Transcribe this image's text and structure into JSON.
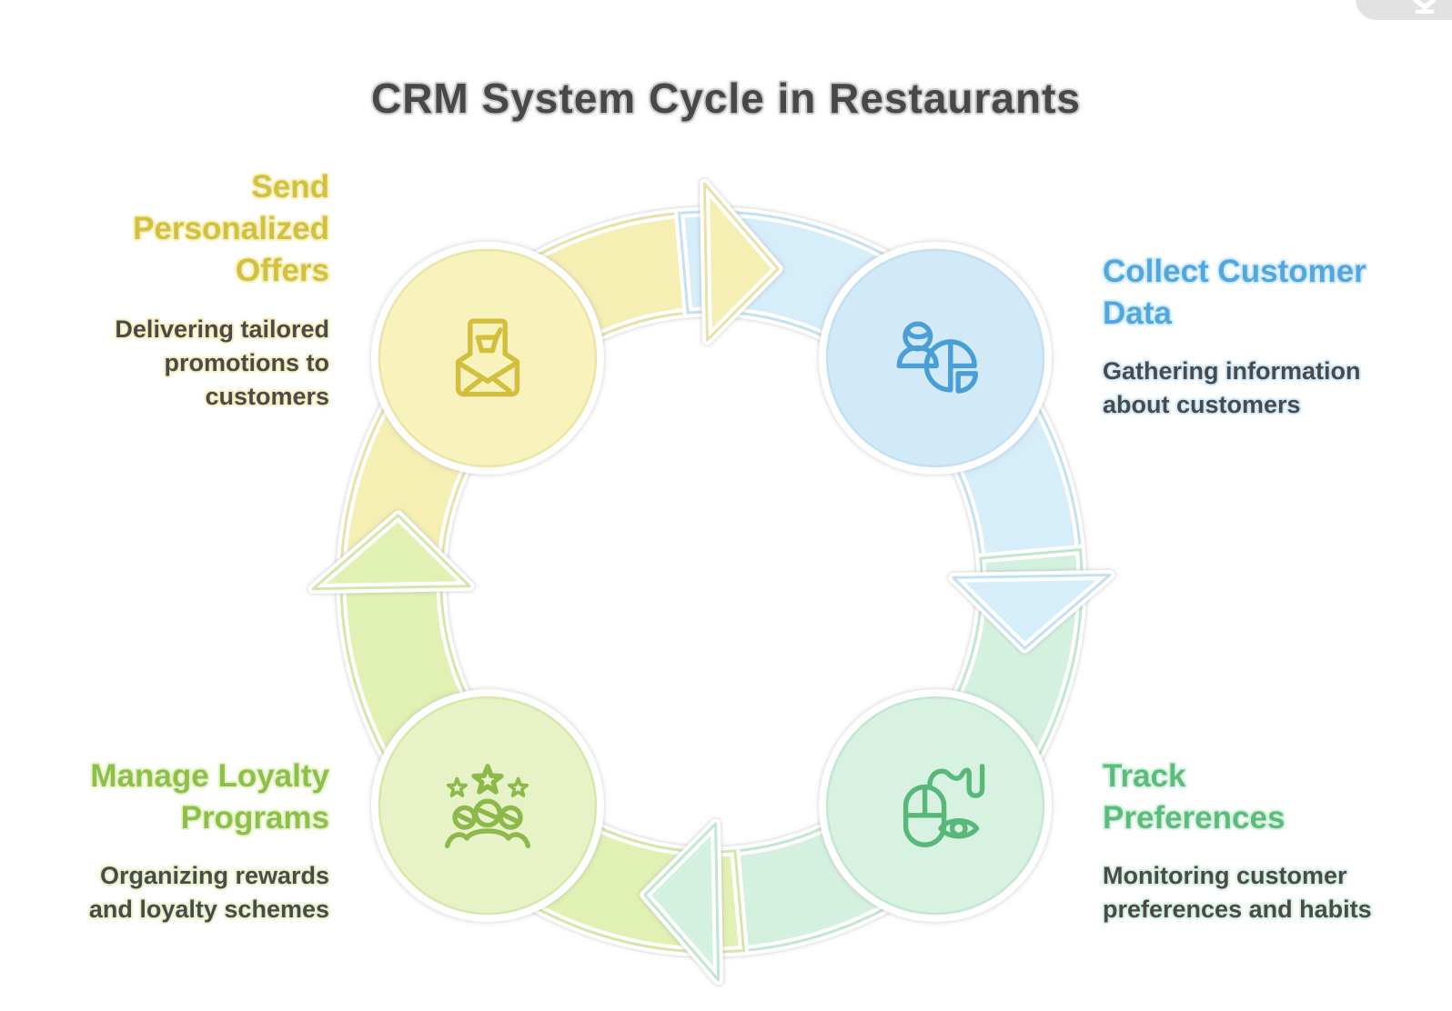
{
  "title": "CRM System Cycle in Restaurants",
  "controls": {
    "download_button_icon": "download-icon"
  },
  "palette": {
    "background": "#ffffff",
    "title_color": "#484848",
    "title_halo": "#cdcdcd",
    "body_text_color": "#4a4a4a",
    "body_text_halo": "#d7d7d7",
    "ring_outline": "#ffffff",
    "download_pill": "#e2e2e2",
    "download_icon_color": "#ffffff"
  },
  "nodes": [
    {
      "id": "send-personalized-offers",
      "heading": "Send\nPersonalized\nOffers",
      "description": "Delivering tailored\npromotions to\ncustomers",
      "icon": "envelope-cart-icon",
      "colors": {
        "heading": "#d2c13d",
        "halo": "#f6efc2",
        "band": "#f6efb4",
        "band_edge": "#e2da92",
        "circle": "#f8f3bd",
        "icon_stroke": "#d2bf3e"
      }
    },
    {
      "id": "collect-customer-data",
      "heading": "Collect Customer\nData",
      "description": "Gathering information\nabout customers",
      "icon": "person-pie-chart-icon",
      "colors": {
        "heading": "#52a7dd",
        "halo": "#d2eafa",
        "band": "#d6edfa",
        "band_edge": "#b5d8ee",
        "circle": "#d2eaf8",
        "icon_stroke": "#4a9ed6"
      }
    },
    {
      "id": "track-preferences",
      "heading": "Track\nPreferences",
      "description": "Monitoring customer\npreferences and habits",
      "icon": "mouse-eye-icon",
      "colors": {
        "heading": "#5abd7e",
        "halo": "#d8f1e0",
        "band": "#d4f1e0",
        "band_edge": "#b2e0c6",
        "circle": "#d8f2e2",
        "icon_stroke": "#57b87a"
      }
    },
    {
      "id": "manage-loyalty-programs",
      "heading": "Manage Loyalty\nPrograms",
      "description": "Organizing rewards\nand loyalty schemes",
      "icon": "stars-people-icon",
      "colors": {
        "heading": "#8dbf4b",
        "halo": "#e8f3cc",
        "band": "#e0f1b3",
        "band_edge": "#cbe096",
        "circle": "#e7f3c6",
        "icon_stroke": "#8db84a"
      }
    }
  ]
}
